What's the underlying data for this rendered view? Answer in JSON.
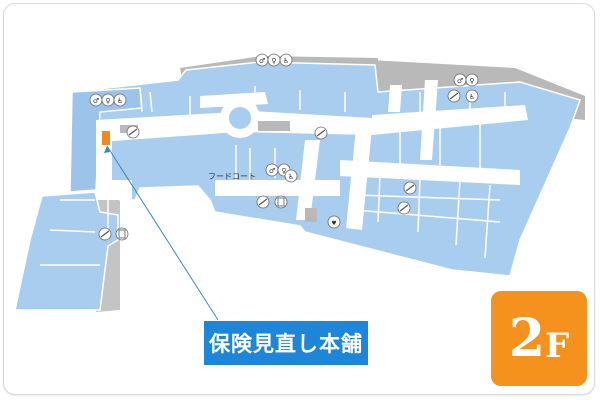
{
  "map": {
    "food_court_label": "フードコート",
    "highlight_store_name": "保険見直し本舗",
    "floor": {
      "number": "2",
      "letter": "F"
    }
  },
  "colors": {
    "store": "#a9cdee",
    "store_dark": "#8ab9e4",
    "corridor": "#ffffff",
    "service": "#b9b9b9",
    "highlight": "#f08a1c",
    "callout": "#1e86d8",
    "badge": "#f5921e",
    "leader": "#3a86c6"
  },
  "icons": [
    "restroom-icon",
    "escalator-icon",
    "elevator-icon",
    "nursing-room-icon"
  ]
}
